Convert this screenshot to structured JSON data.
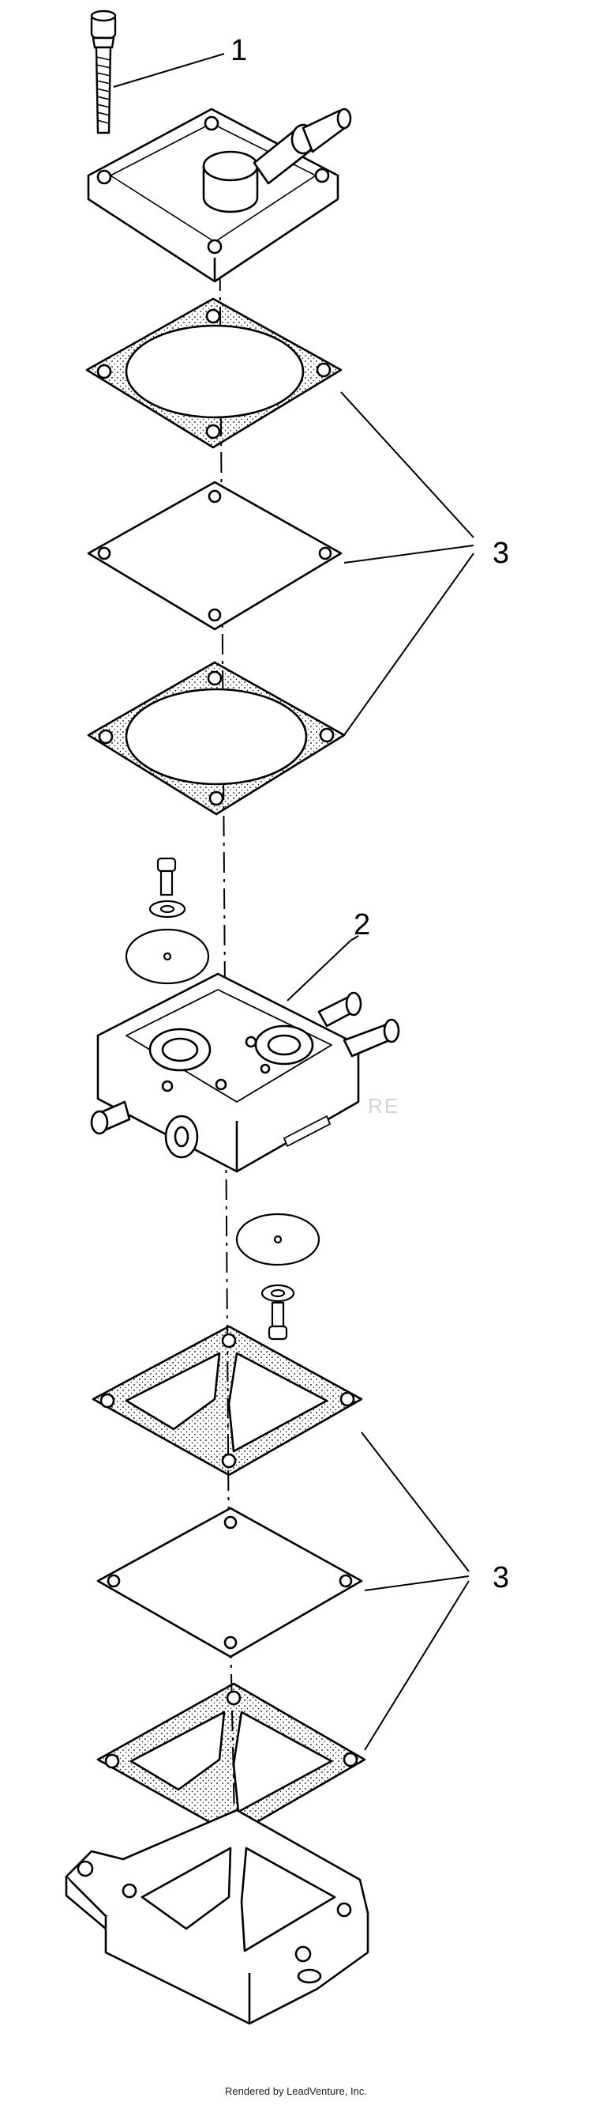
{
  "callouts": {
    "screw": "1",
    "pump_body": "2",
    "kit_upper": "3",
    "kit_lower": "3"
  },
  "watermark": "RE",
  "footer": "Rendered by LeadVenture, Inc.",
  "colors": {
    "line": "#000000",
    "background": "#ffffff",
    "watermark": "#d4d4d4"
  }
}
